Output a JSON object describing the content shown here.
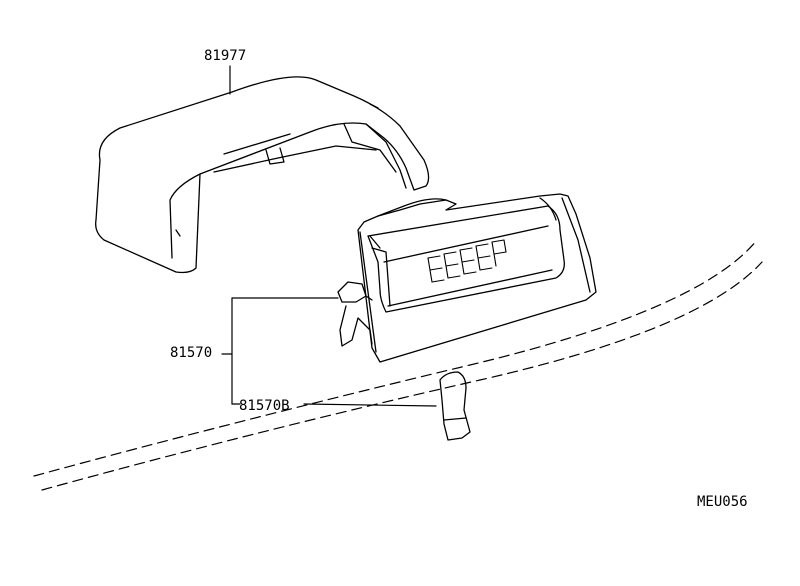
{
  "diagram": {
    "part_labels": {
      "cover": "81977",
      "lamp_assembly": "81570",
      "bulb": "81570B"
    },
    "drawing_code": "MEU056"
  }
}
